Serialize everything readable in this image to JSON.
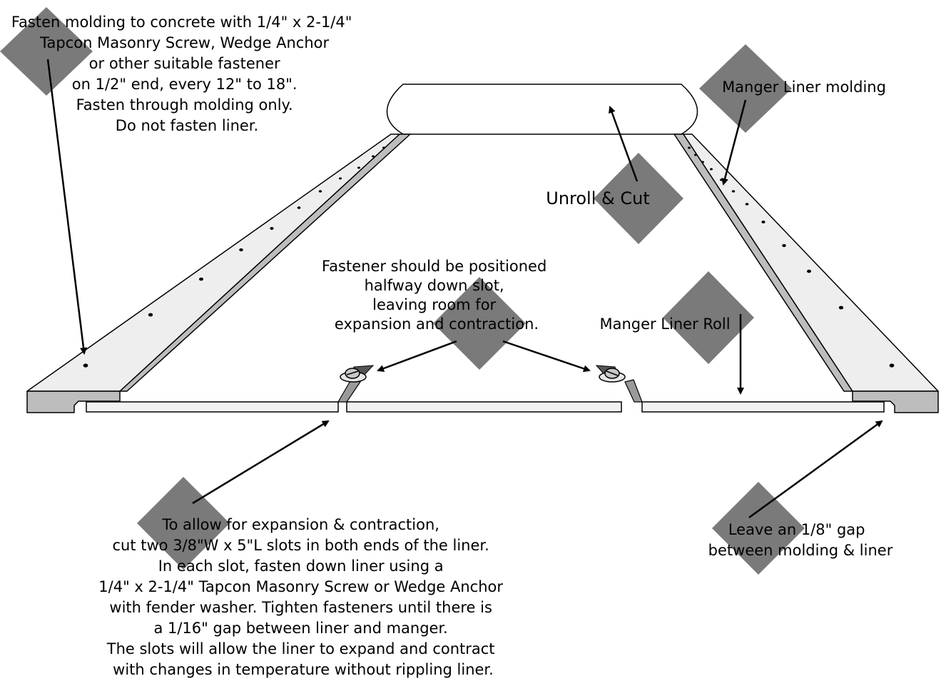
{
  "labels": {
    "fasten_molding": [
      "Fasten molding to concrete with 1/4\" x 2-1/4\"",
      "Tapcon Masonry Screw, Wedge Anchor",
      "or other suitable fastener",
      "on 1/2\" end, every 12\" to 18\".",
      "Fasten through molding only.",
      "Do not fasten liner."
    ],
    "manger_liner_molding": "Manger Liner molding",
    "unroll_cut": "Unroll & Cut",
    "fastener_position": [
      "Fastener should be positioned",
      "halfway down slot,",
      "leaving room for",
      "expansion and contraction."
    ],
    "manger_liner_roll": "Manger Liner Roll",
    "slots_instructions": [
      "To allow for expansion & contraction,",
      "cut two 3/8\"W x 5\"L slots in both ends of the liner.",
      "In each slot, fasten down liner using a",
      "1/4\" x 2-1/4\" Tapcon Masonry Screw or Wedge Anchor",
      "with fender washer.  Tighten fasteners until there is",
      "a 1/16\" gap between liner and manger.",
      "The slots will allow the liner to expand and contract",
      "with changes in temperature without rippling liner."
    ],
    "gap_note": [
      "Leave an 1/8\" gap",
      "between molding & liner"
    ]
  },
  "colors": {
    "diamond": "#7a7a7a",
    "rail_top": "#eeeeee",
    "rail_side": "#bdbdbd",
    "liner": "#f2f2f2"
  }
}
